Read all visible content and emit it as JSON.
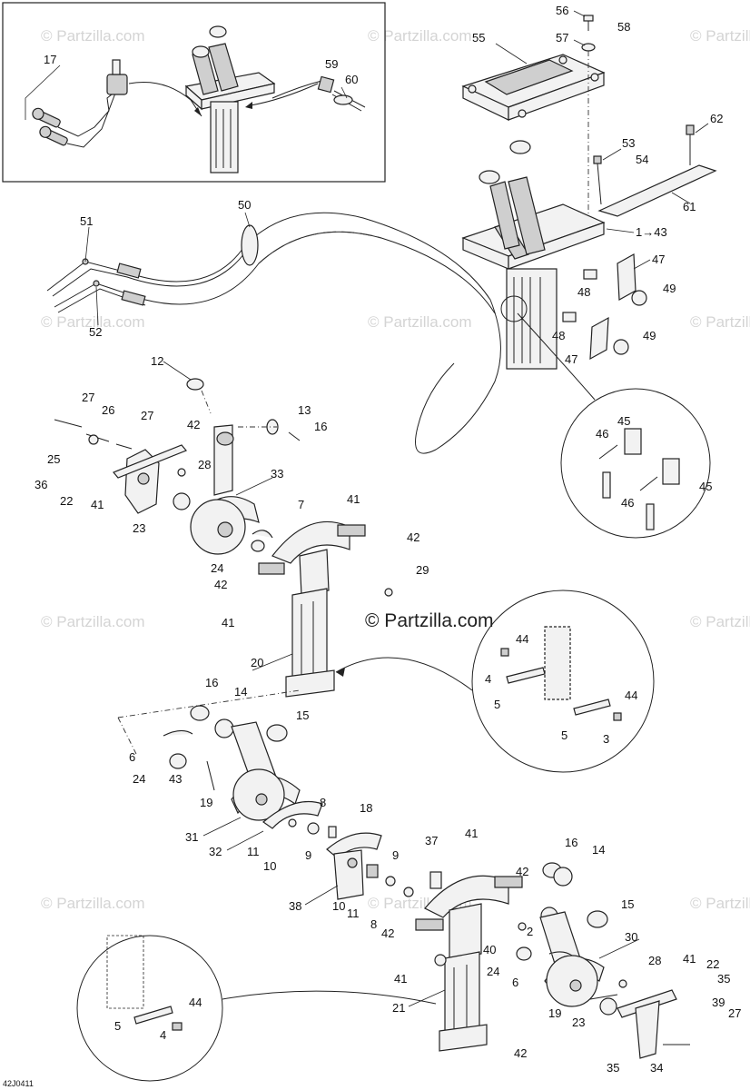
{
  "diagram": {
    "watermark": "© Partzilla.com",
    "watermark_center": "© Partzilla.com",
    "drawing_code": "42J0411",
    "labels": {
      "l17": "17",
      "l59": "59",
      "l60": "60",
      "l56": "56",
      "l58": "58",
      "l55": "55",
      "l57": "57",
      "l62": "62",
      "l53": "53",
      "l54": "54",
      "l61": "61",
      "l43a": "1→43",
      "l47a": "47",
      "l48a": "48",
      "l49a": "49",
      "l48b": "48",
      "l49b": "49",
      "l47b": "47",
      "l50": "50",
      "l51": "51",
      "l52": "52",
      "l45a": "45",
      "l46a": "46",
      "l46b": "46",
      "l45b": "45",
      "l12": "12",
      "l13": "13",
      "l16a": "16",
      "l27a": "27",
      "l26": "26",
      "l27b": "27",
      "l42a": "42",
      "l25": "25",
      "l36": "36",
      "l28a": "28",
      "l22a": "22",
      "l41a": "41",
      "l23a": "23",
      "l33": "33",
      "l7": "7",
      "l41b": "41",
      "l42b": "42",
      "l24a": "24",
      "l42c": "42",
      "l29": "29",
      "l41c": "41",
      "l20": "20",
      "l44a": "44",
      "l4a": "4",
      "l5a": "5",
      "l44b": "44",
      "l5b": "5",
      "l3": "3",
      "l16b": "16",
      "l14a": "14",
      "l15a": "15",
      "l6a": "6",
      "l24b": "24",
      "l43b": "43",
      "l19a": "19",
      "l8a": "8",
      "l18": "18",
      "l31": "31",
      "l32": "32",
      "l11a": "11",
      "l10a": "10",
      "l9a": "9",
      "l9b": "9",
      "l38": "38",
      "l10b": "10",
      "l11b": "11",
      "l8b": "8",
      "l42d": "42",
      "l37": "37",
      "l41d": "41",
      "l42e": "42",
      "l16c": "16",
      "l14b": "14",
      "l15b": "15",
      "l2": "2",
      "l40": "40",
      "l30": "30",
      "l24c": "24",
      "l6b": "6",
      "l41e": "41",
      "l28b": "28",
      "l41f": "41",
      "l22b": "22",
      "l35a": "35",
      "l39": "39",
      "l27c": "27",
      "l21": "21",
      "l19b": "19",
      "l23b": "23",
      "l42f": "42",
      "l35b": "35",
      "l34": "34",
      "l44c": "44",
      "l5c": "5",
      "l4b": "4"
    }
  }
}
